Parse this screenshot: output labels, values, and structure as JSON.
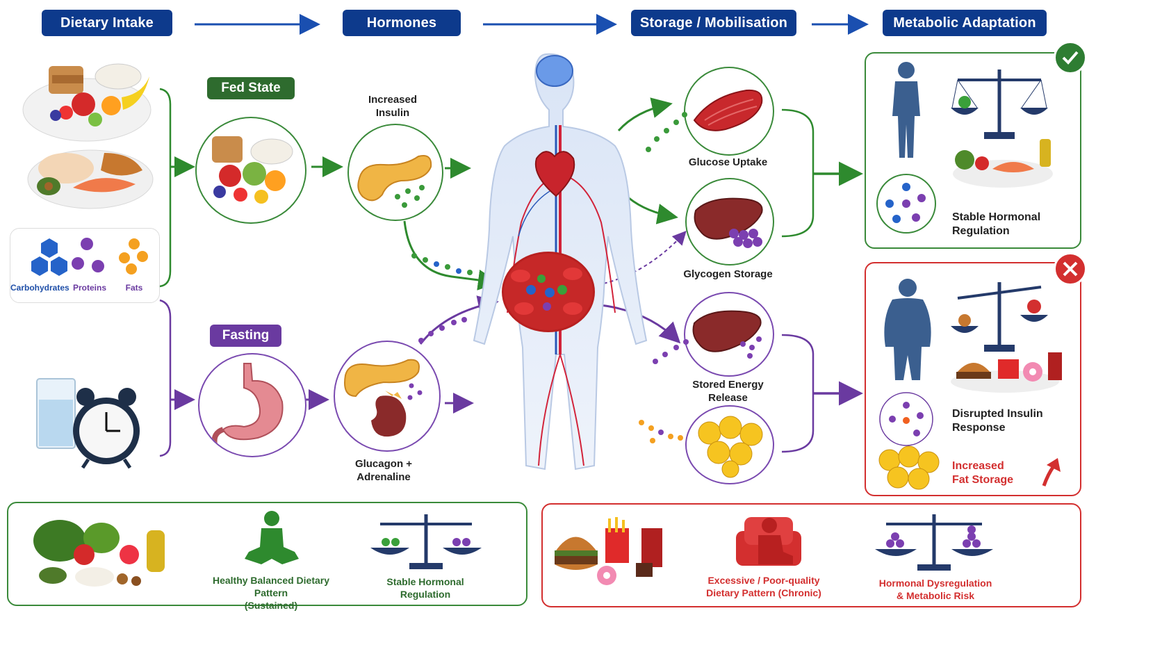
{
  "headers": {
    "dietary_intake": "Dietary Intake",
    "hormones": "Hormones",
    "storage": "Storage / Mobilisation",
    "adaptation": "Metabolic Adaptation"
  },
  "states": {
    "fed": "Fed State",
    "fasting": "Fasting"
  },
  "macronutrients": {
    "carbs": "Carbohydrates",
    "proteins": "Proteins",
    "fats": "Fats"
  },
  "hormone_labels": {
    "insulin": "Increased\nInsulin",
    "glucagon": "Glucagon +\nAdrenaline"
  },
  "storage_labels": {
    "glucose_uptake": "Glucose Uptake",
    "glycogen": "Glycogen Storage",
    "energy_release": "Stored Energy\nRelease"
  },
  "outcomes": {
    "stable": "Stable Hormonal\nRegulation",
    "disrupted": "Disrupted Insulin\nResponse",
    "fat_storage": "Increased\nFat Storage"
  },
  "bottom_left": {
    "pattern": "Healthy Balanced Dietary Pattern\n(Sustained)",
    "result": "Stable Hormonal\nRegulation"
  },
  "bottom_right": {
    "pattern": "Excessive / Poor-quality\nDietary Pattern (Chronic)",
    "result": "Hormonal Dysregulation\n& Metabolic Risk"
  },
  "colors": {
    "navy": "#0d3a8c",
    "green": "#2e7d32",
    "purple": "#6a3aa0",
    "red": "#d32f2f"
  },
  "icons": [
    "food-plates-icon",
    "water-clock-icon",
    "pancreas-icon",
    "stomach-icon",
    "kidney-icon",
    "human-body-icon",
    "heart-icon",
    "brain-icon",
    "muscle-icon",
    "liver-icon",
    "fat-cells-icon",
    "balance-scale-icon",
    "check-icon",
    "cross-icon",
    "meditation-icon",
    "armchair-icon",
    "junk-food-icon",
    "vegetables-icon"
  ]
}
